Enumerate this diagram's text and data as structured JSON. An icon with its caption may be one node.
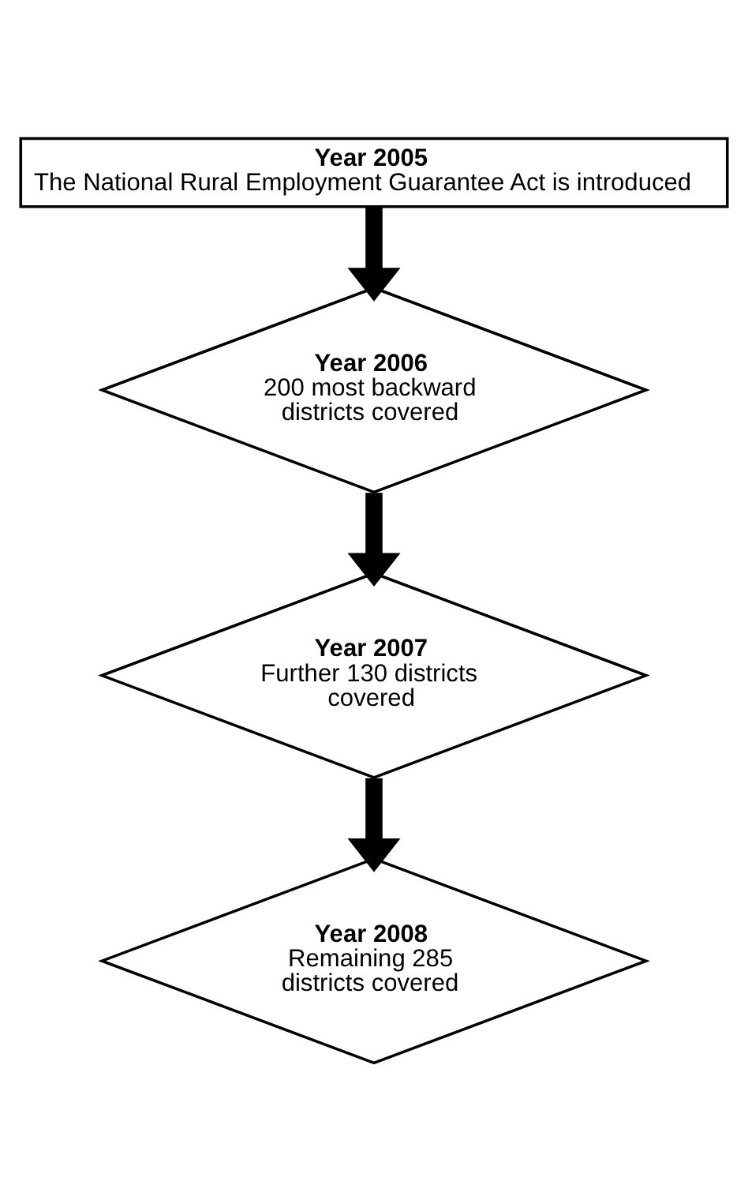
{
  "diagram": {
    "nodes": [
      {
        "text": [
          "Year 2005",
          "The National Rural Employment Guarantee Act is introduced"
        ]
      },
      {
        "text": [
          "Year 2006",
          "200 most backward districts covered"
        ]
      },
      {
        "text": [
          "Year 2007",
          "Further 130 districts covered"
        ]
      },
      {
        "text": [
          "Year 2008",
          "Remaining 285 districts covered"
        ]
      }
    ],
    "edges": [
      {
        "from": 0,
        "to": 1,
        "arrow": "to"
      },
      {
        "from": 1,
        "to": 2,
        "arrow": "to"
      },
      {
        "from": 2,
        "to": 3,
        "arrow": "to"
      }
    ]
  }
}
